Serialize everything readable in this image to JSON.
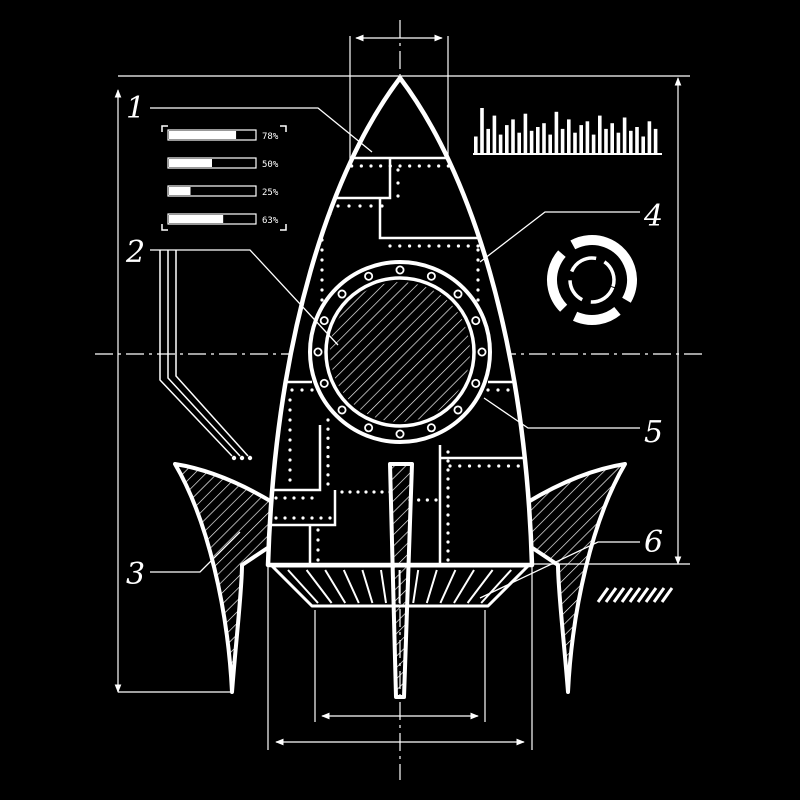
{
  "colors": {
    "background": "#000000",
    "line": "#ffffff"
  },
  "callouts": {
    "c1": "1",
    "c2": "2",
    "c3": "3",
    "c4": "4",
    "c5": "5",
    "c6": "6"
  },
  "gauges": [
    {
      "label": "78%",
      "fraction": 0.78
    },
    {
      "label": "50%",
      "fraction": 0.5
    },
    {
      "label": "25%",
      "fraction": 0.25
    },
    {
      "label": "63%",
      "fraction": 0.63
    }
  ],
  "equalizer_levels": [
    0.25,
    1.0,
    0.45,
    0.8,
    0.3,
    0.55,
    0.7,
    0.35,
    0.85,
    0.4,
    0.5,
    0.6,
    0.3,
    0.9,
    0.45,
    0.7,
    0.35,
    0.55,
    0.65,
    0.3,
    0.8,
    0.45,
    0.6,
    0.35,
    0.75,
    0.4,
    0.5,
    0.25,
    0.65,
    0.45
  ],
  "icons": {
    "radial": "radial-gauge-icon",
    "hatch": "hatch-marks-icon"
  }
}
